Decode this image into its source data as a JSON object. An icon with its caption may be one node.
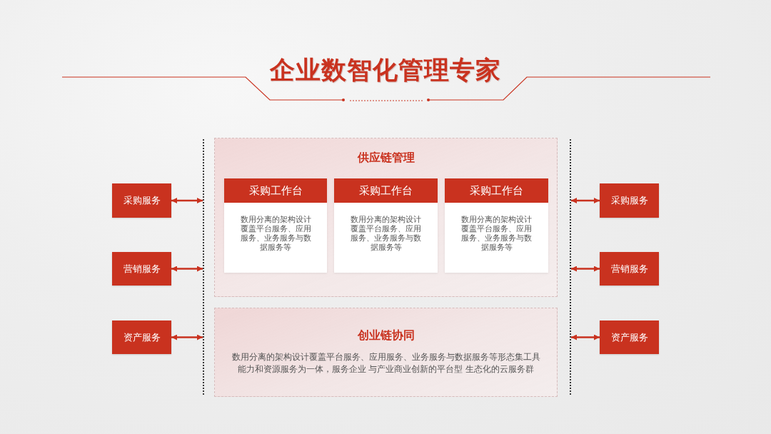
{
  "diagram": {
    "title": "企业数智化管理专家",
    "nodes": [
      {
        "text": [
          "供应链管理"
        ]
      },
      {
        "text": [
          "采购工作台",
          "数用分离的架构设计覆盖平台服务、应用服务、业务服务与数据服务等"
        ],
        "in": 0
      },
      {
        "text": [
          "采购工作台",
          "数用分离的架构设计覆盖平台服务、应用服务、业务服务与数据服务等"
        ],
        "in": 0
      },
      {
        "text": [
          "采购工作台",
          "数用分离的架构设计覆盖平台服务、应用服务、业务服务与数据服务等"
        ],
        "in": 0
      },
      {
        "text": [
          "创业链协同",
          "数用分离的架构设计覆盖平台服务、应用服务、业务服务与数据服务等形态集工具能力和资源服务为一体，服务企业 与产业商业创新的平台型 生态化的云服务群"
        ]
      },
      {
        "text": [
          "采购服务"
        ]
      },
      {
        "text": [
          "营销服务"
        ]
      },
      {
        "text": [
          "资产服务"
        ]
      },
      {
        "text": [
          "采购服务"
        ]
      },
      {
        "text": [
          "营销服务"
        ]
      },
      {
        "text": [
          "资产服务"
        ]
      },
      {
        "text": [],
        "shape": "line"
      },
      {
        "text": [],
        "shape": "line"
      }
    ],
    "edges": [
      {
        "from": 5,
        "to": 11,
        "arrow": "both"
      },
      {
        "from": 6,
        "to": 11,
        "arrow": "both"
      },
      {
        "from": 7,
        "to": 11,
        "arrow": "both"
      },
      {
        "from": 8,
        "to": 12,
        "arrow": "both"
      },
      {
        "from": 9,
        "to": 12,
        "arrow": "both"
      },
      {
        "from": 10,
        "to": 12,
        "arrow": "both"
      }
    ]
  }
}
